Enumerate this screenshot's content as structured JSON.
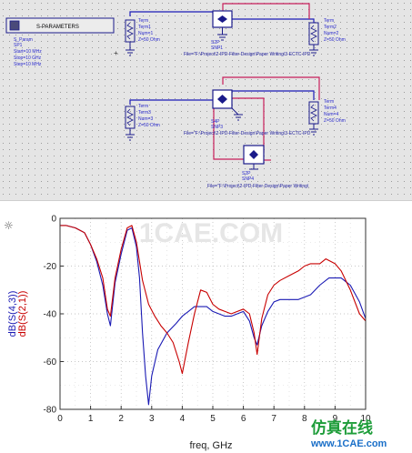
{
  "schematic": {
    "sim_box": {
      "title": "S-PARAMETERS",
      "lines": [
        "S_Param",
        "SP1",
        "Start=10 MHz",
        "Stop=10 GHz",
        "Step=10 MHz"
      ]
    },
    "terms": [
      {
        "id": "term1",
        "lines": [
          "Term",
          "Term1",
          "Num=1",
          "Z=50 Ohm"
        ]
      },
      {
        "id": "term2",
        "lines": [
          "Term",
          "Term2",
          "Num=2",
          "Z=50 Ohm"
        ]
      },
      {
        "id": "term3",
        "lines": [
          "Term",
          "Term3",
          "Num=3",
          "Z=50 Ohm"
        ]
      },
      {
        "id": "term4",
        "lines": [
          "Term",
          "Term4",
          "Num=4",
          "Z=50 Ohm"
        ]
      }
    ],
    "snp": [
      {
        "id": "snp1",
        "lines": [
          "S2P",
          "SNP1"
        ],
        "file": "File=\"F:\\Project\\2-IPD-Filter-Design\\Paper Writing\\3-ECTC-IPD"
      },
      {
        "id": "snp3",
        "lines": [
          "S4P",
          "SNP3"
        ],
        "file": "File=\"F:\\Project\\2-IPD-Filter-Design\\Paper Writing\\3-ECTC-IPD"
      },
      {
        "id": "snp4",
        "lines": [
          "S2P",
          "SNP4"
        ],
        "file": "File=\"F:\\Project\\2-IPD-Filter-Design\\Paper Writing\\"
      }
    ],
    "colors": {
      "wire_blue": "#1c1cb8",
      "wire_red": "#c81e5a",
      "box": "#1a1a8a"
    }
  },
  "chart_data": {
    "type": "line",
    "xlabel": "freq, GHz",
    "ylabels": [
      {
        "text": "dB(S(4,3))",
        "color": "#1a1ab4"
      },
      {
        "text": "dB(S(2,1))",
        "color": "#c80000"
      }
    ],
    "xlim": [
      0,
      10
    ],
    "ylim": [
      -80,
      0
    ],
    "xticks": [
      0,
      1,
      2,
      3,
      4,
      5,
      6,
      7,
      8,
      9,
      10
    ],
    "yticks": [
      0,
      -20,
      -40,
      -60,
      -80
    ],
    "grid": true,
    "series": [
      {
        "id": "s43",
        "color": "#1a1ab4",
        "x": [
          0,
          0.2,
          0.5,
          0.8,
          1.0,
          1.2,
          1.4,
          1.55,
          1.65,
          1.8,
          2.0,
          2.2,
          2.35,
          2.5,
          2.6,
          2.7,
          2.8,
          2.9,
          3.0,
          3.2,
          3.5,
          3.8,
          4.0,
          4.2,
          4.4,
          4.6,
          4.8,
          5.0,
          5.2,
          5.4,
          5.6,
          5.8,
          6.0,
          6.2,
          6.35,
          6.45,
          6.6,
          6.8,
          7.0,
          7.2,
          7.5,
          7.8,
          8.0,
          8.2,
          8.5,
          8.8,
          9.0,
          9.2,
          9.5,
          9.8,
          10.0
        ],
        "y": [
          -3,
          -3,
          -4,
          -6,
          -11,
          -18,
          -28,
          -40,
          -45,
          -27,
          -15,
          -5,
          -4,
          -12,
          -25,
          -48,
          -66,
          -78,
          -66,
          -55,
          -48,
          -44,
          -41,
          -39,
          -37,
          -37,
          -37,
          -39,
          -40,
          -41,
          -41,
          -40,
          -39,
          -43,
          -50,
          -53,
          -45,
          -39,
          -35,
          -34,
          -34,
          -34,
          -33,
          -32,
          -28,
          -25,
          -25,
          -25,
          -28,
          -35,
          -42
        ]
      },
      {
        "id": "s21",
        "color": "#c80000",
        "x": [
          0,
          0.2,
          0.5,
          0.8,
          1.0,
          1.2,
          1.4,
          1.55,
          1.65,
          1.8,
          2.0,
          2.2,
          2.35,
          2.5,
          2.7,
          2.9,
          3.1,
          3.3,
          3.5,
          3.7,
          3.9,
          4.0,
          4.2,
          4.4,
          4.6,
          4.8,
          5.0,
          5.2,
          5.4,
          5.6,
          5.8,
          6.0,
          6.2,
          6.35,
          6.45,
          6.6,
          6.8,
          7.0,
          7.2,
          7.5,
          7.8,
          8.0,
          8.2,
          8.5,
          8.7,
          9.0,
          9.2,
          9.5,
          9.8,
          10.0
        ],
        "y": [
          -3,
          -3,
          -4,
          -6,
          -11,
          -17,
          -25,
          -38,
          -41,
          -25,
          -13,
          -4,
          -3,
          -10,
          -26,
          -36,
          -41,
          -45,
          -48,
          -52,
          -60,
          -65,
          -52,
          -40,
          -30,
          -31,
          -36,
          -38,
          -39,
          -40,
          -39,
          -38,
          -40,
          -48,
          -57,
          -42,
          -32,
          -28,
          -26,
          -24,
          -22,
          -20,
          -19,
          -19,
          -17,
          -19,
          -22,
          -30,
          -40,
          -43
        ]
      }
    ]
  },
  "watermark": {
    "text": "1CAE.COM"
  },
  "brand": {
    "cn": "仿真在线",
    "url": "www.1CAE.com"
  }
}
